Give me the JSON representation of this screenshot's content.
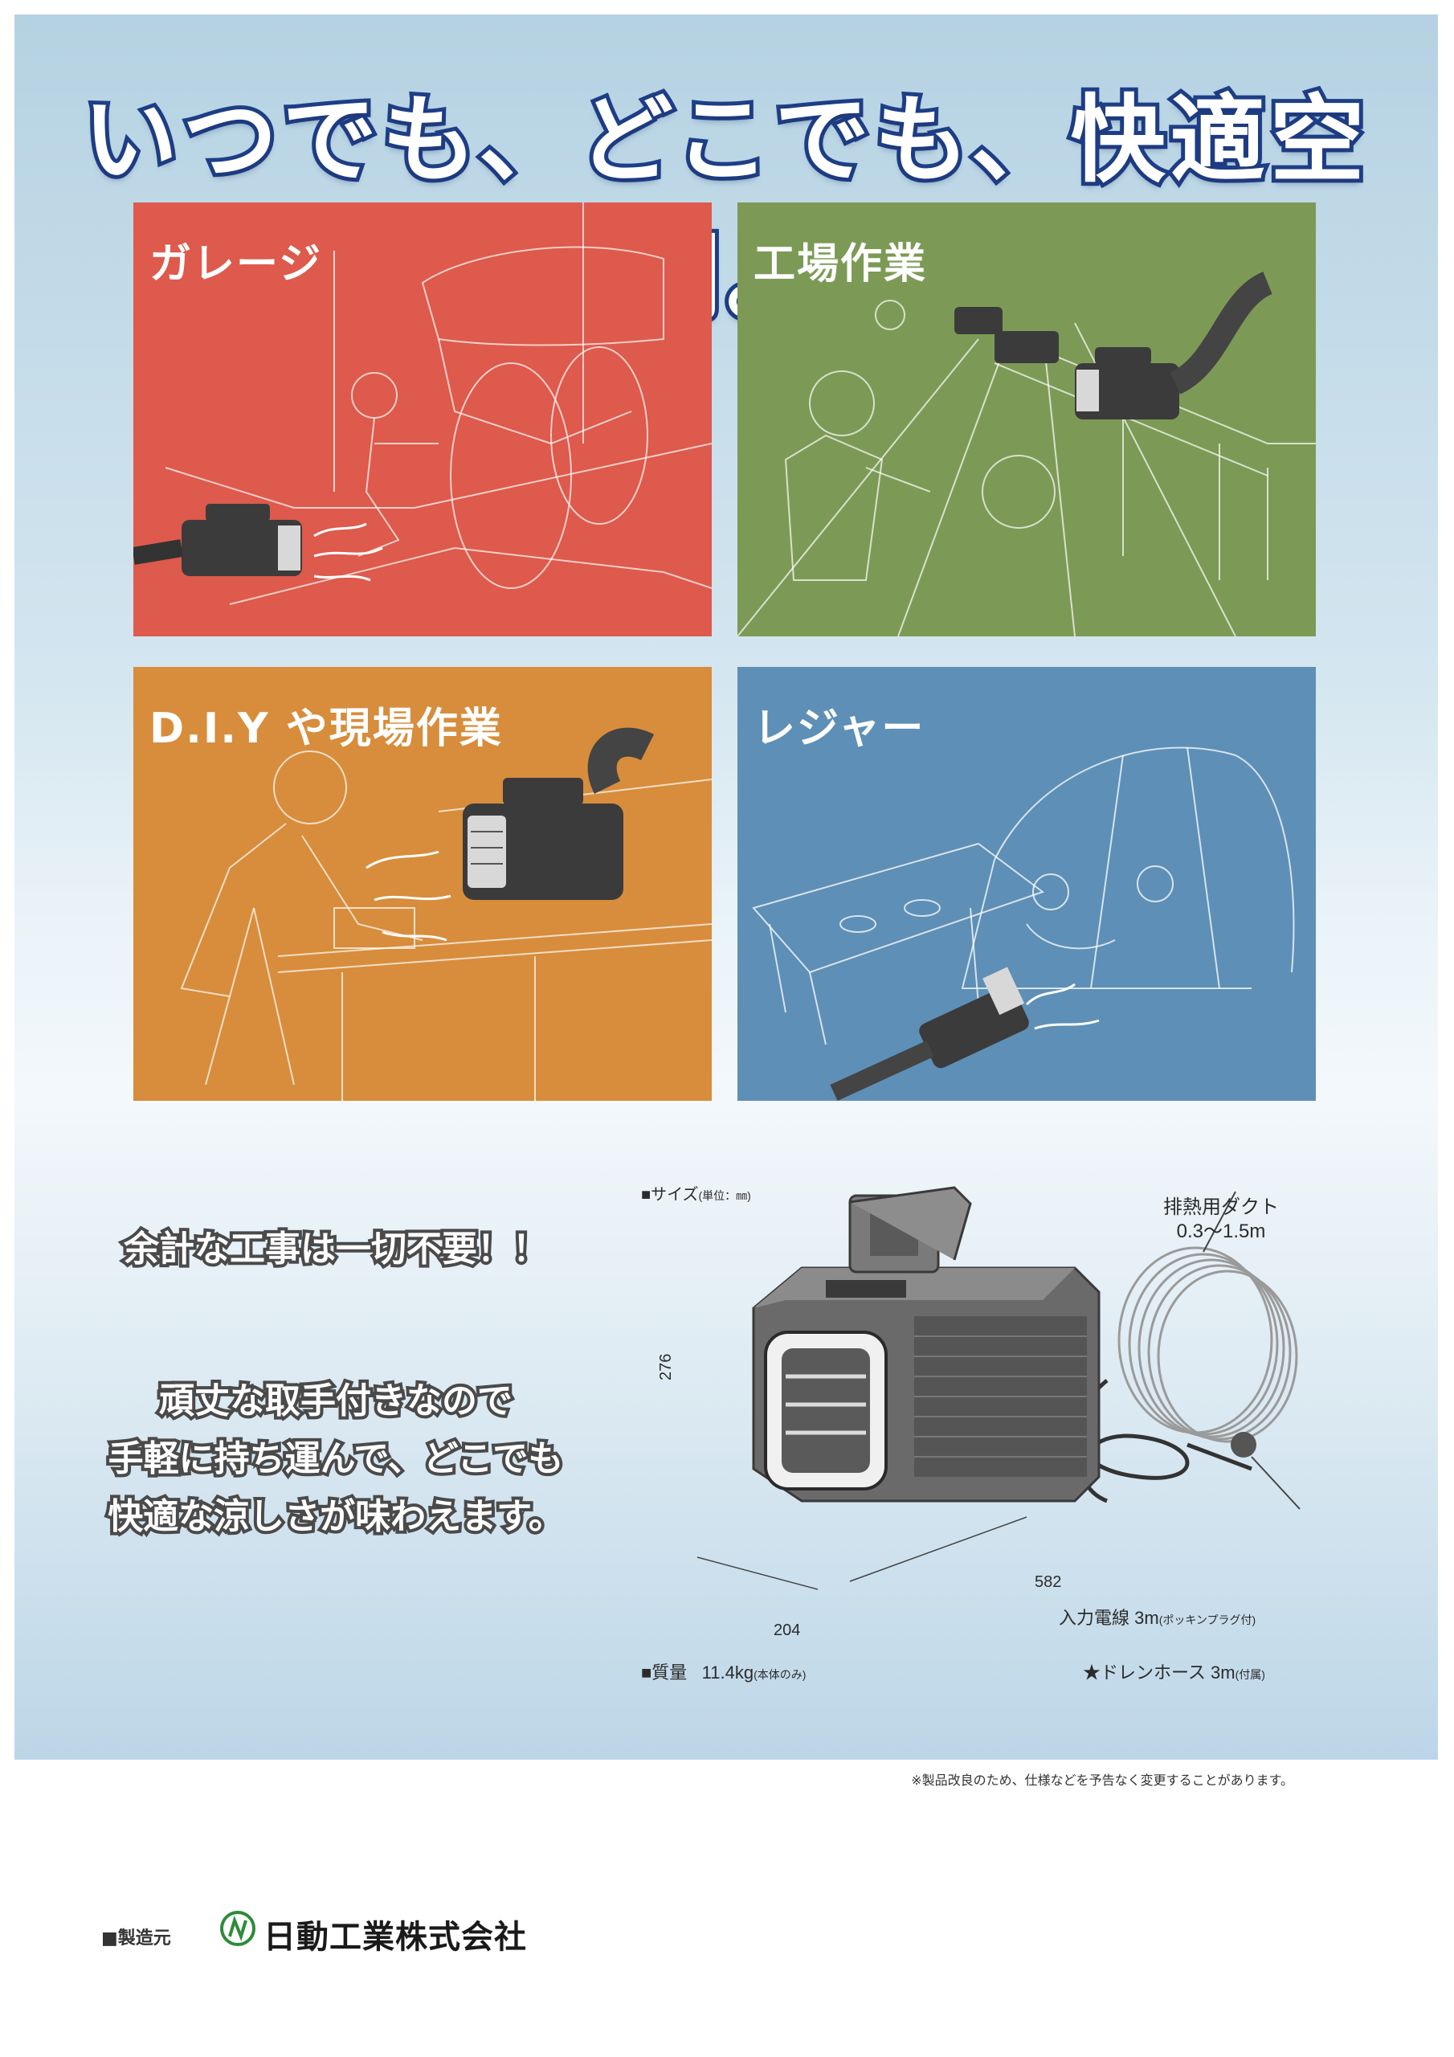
{
  "headline": "いつでも、どこでも、快適空間。",
  "panels": [
    {
      "title": "ガレージ",
      "color": "#dd5a4c"
    },
    {
      "title": "工場作業",
      "color": "#7c9a56"
    },
    {
      "title": "D.I.Y や現場作業",
      "color": "#d78d3c"
    },
    {
      "title": "レジャー",
      "color": "#5e8fb6"
    }
  ],
  "copy": {
    "headline": "余計な工事は一切不要！！",
    "lines": [
      "頑丈な取手付きなので",
      "手軽に持ち運んで、どこでも",
      "快適な涼しさが味わえます。"
    ]
  },
  "spec": {
    "size_label": "■サイズ",
    "size_unit": "(単位：㎜)",
    "duct_label_1": "排熱用ダクト",
    "duct_label_2": "0.3～1.5m",
    "height": "276",
    "depth": "582",
    "width": "204",
    "cord_label": "入力電線 3m",
    "cord_note": "(ポッキンプラグ付)",
    "mass_label": "■質量",
    "mass_value": "11.4kg",
    "mass_note": "(本体のみ)",
    "drain_label": "★ドレンホース 3m",
    "drain_note": "(付属)"
  },
  "note": "※製品改良のため、仕様などを予告なく変更することがあります。",
  "maker": {
    "label": "■製造元",
    "company": "日動工業株式会社",
    "logo_color": "#2e8b3a"
  }
}
